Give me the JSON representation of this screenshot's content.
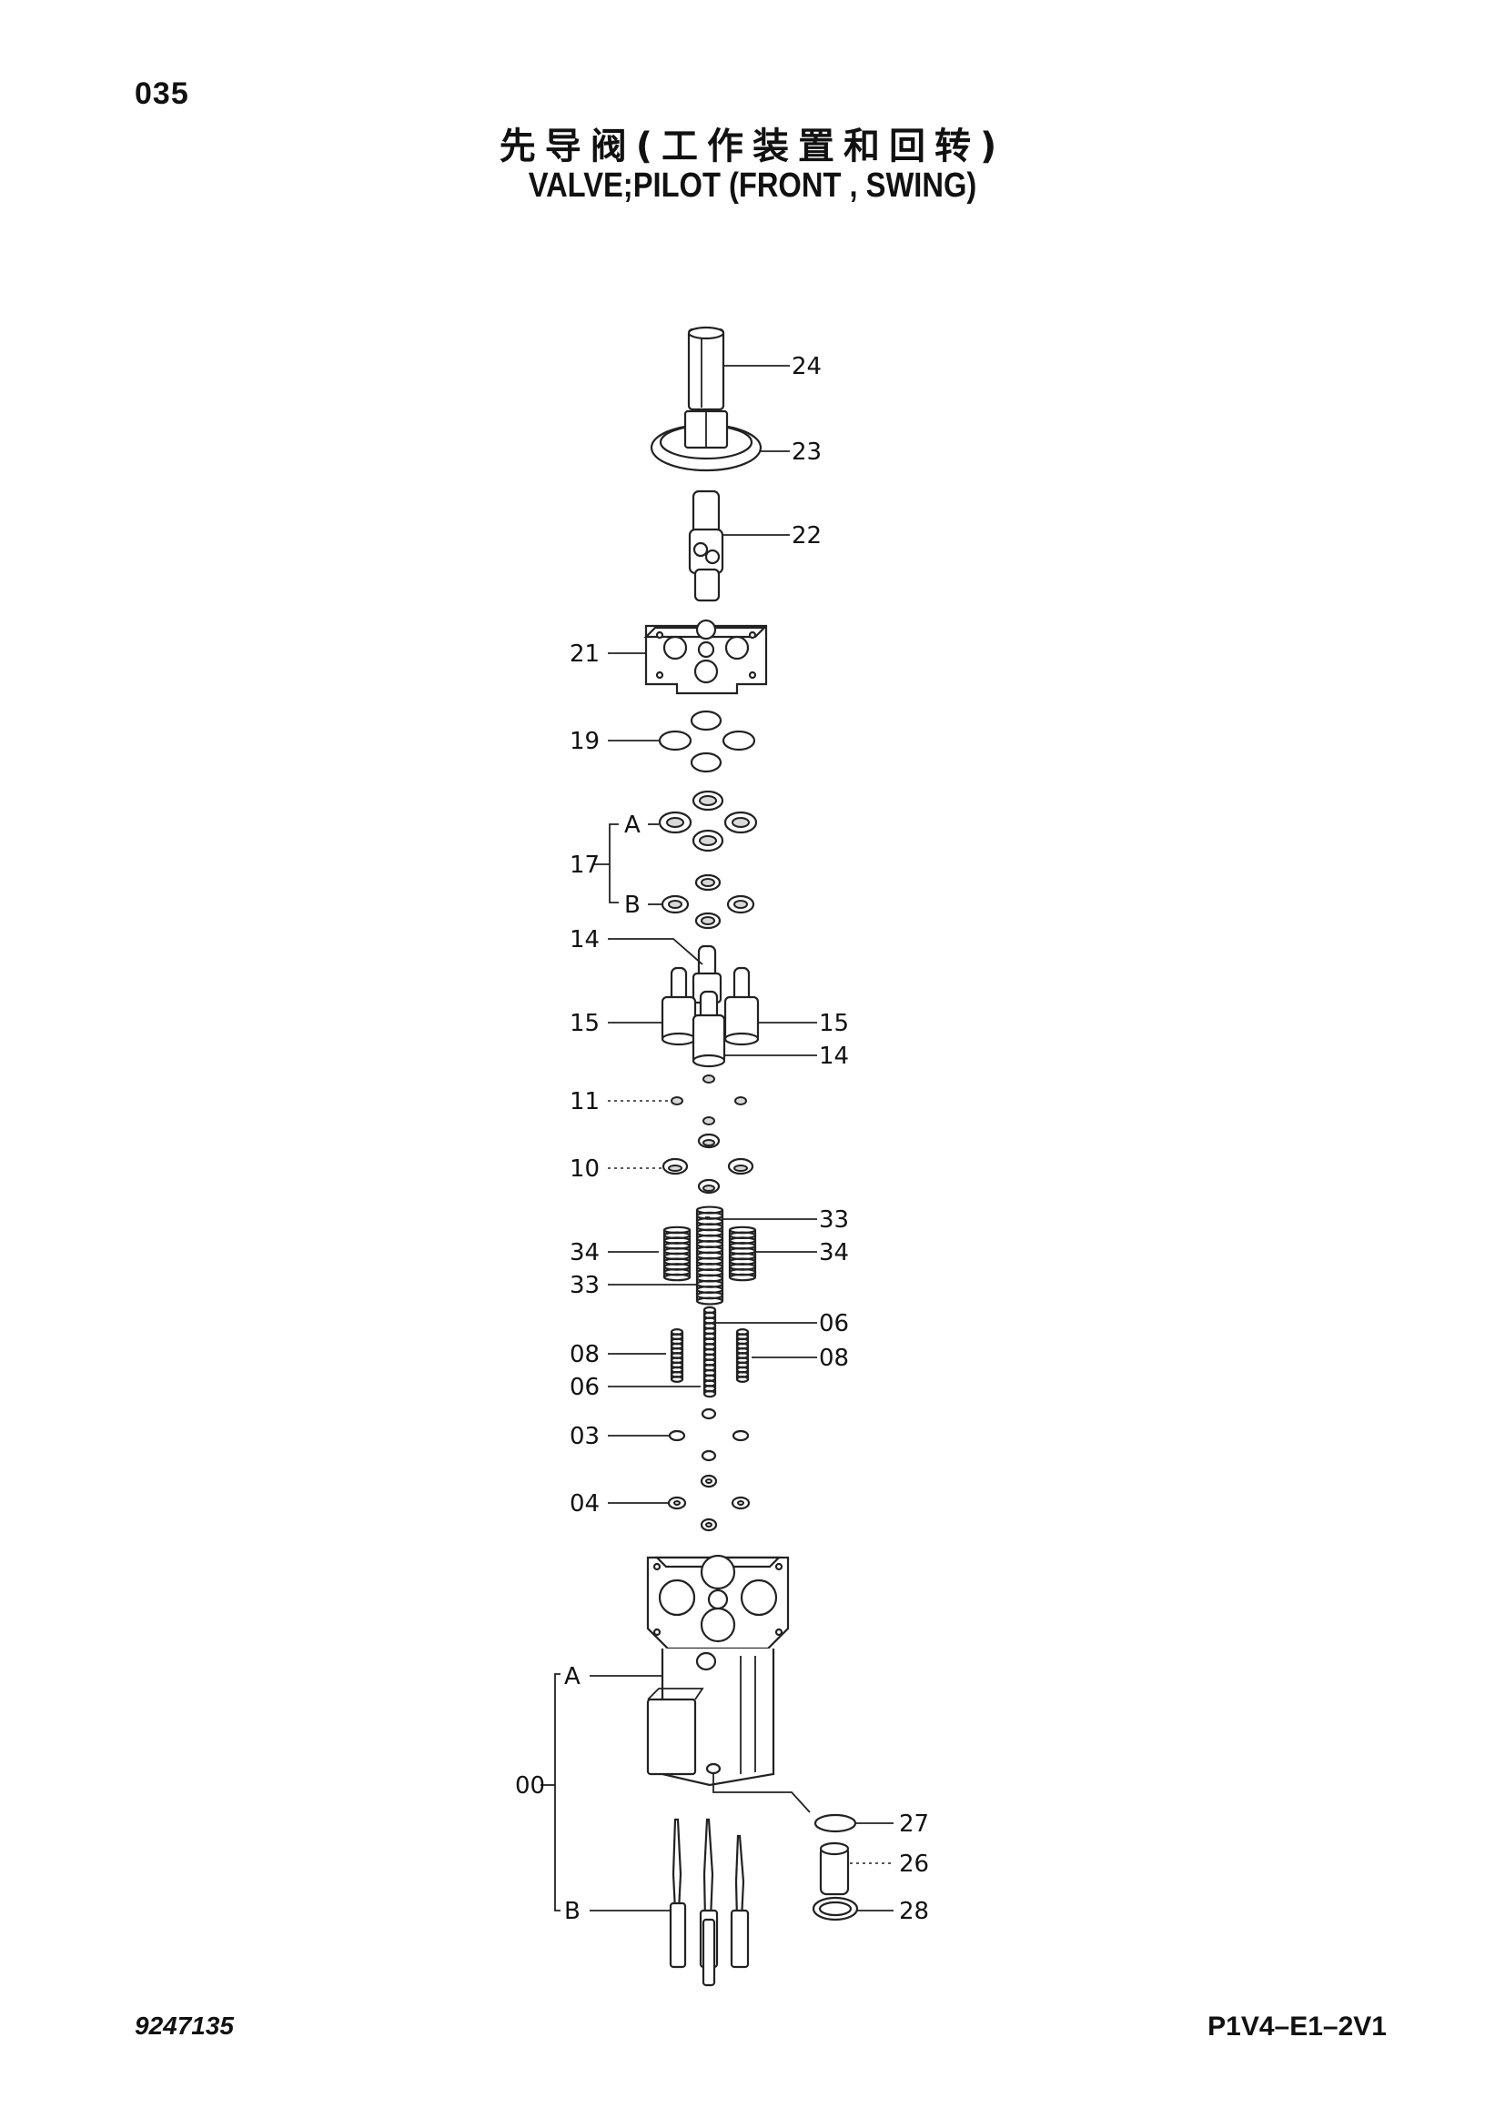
{
  "page": {
    "page_number": "035",
    "title_cn": "先导阀(工作装置和回转)",
    "title_en": "VALVE;PILOT (FRONT , SWING)",
    "doc_number": "9247135",
    "drawing_code": "P1V4–E1–2V1"
  },
  "callouts": {
    "c24": "24",
    "c23": "23",
    "c22": "22",
    "c21": "21",
    "c19": "19",
    "c17": "17",
    "c17a": "A",
    "c17b": "B",
    "c14_top": "14",
    "c15_left": "15",
    "c15_right": "15",
    "c14_right": "14",
    "c11": "11",
    "c10": "10",
    "c33_right": "33",
    "c34_left": "34",
    "c34_right": "34",
    "c33_left": "33",
    "c06_right": "06",
    "c08_left": "08",
    "c08_right": "08",
    "c06_left": "06",
    "c03": "03",
    "c04": "04",
    "c00": "00",
    "c00a": "A",
    "c00b": "B",
    "c27": "27",
    "c26": "26",
    "c28": "28"
  }
}
